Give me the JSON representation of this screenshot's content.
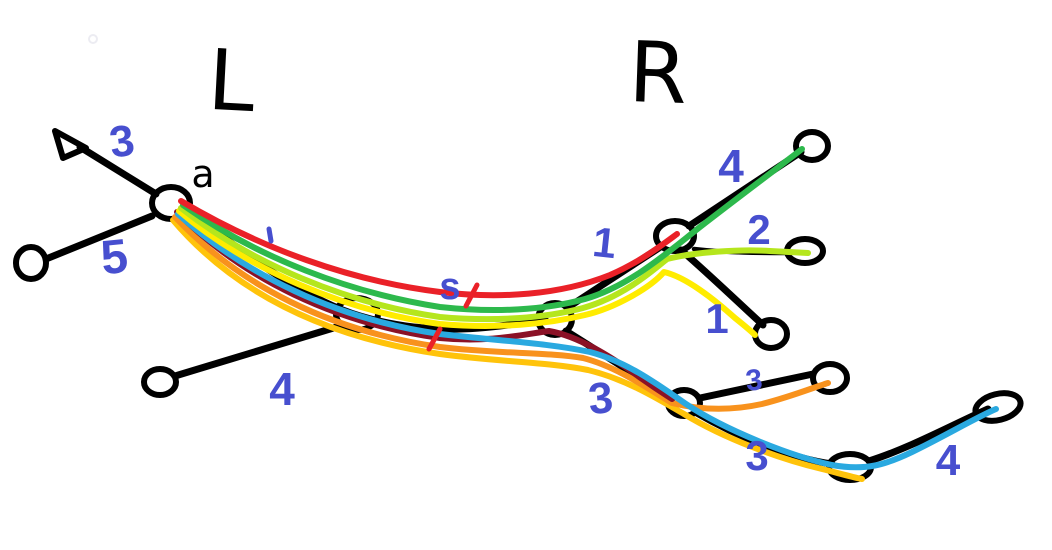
{
  "figure": {
    "type": "hand-drawn-multigraph-sketch",
    "background": "#ffffff",
    "titles": {
      "left": "L",
      "right": "R"
    },
    "node_labels": {
      "a": "a"
    },
    "annotation": {
      "s": "s"
    },
    "weights": {
      "a_topleft": "3",
      "a_bottomleft": "5",
      "bottomleaf_mid1": "4",
      "mid2_rcenter": "1",
      "rcenter_topright": "4",
      "rcenter_right": "2",
      "rcenter_bottomright": "1",
      "mid2_bottom": "3",
      "bottom_right": "3",
      "bottom_bottomright": "3",
      "bottomright_farright": "4"
    },
    "colors": {
      "ink": "#000000",
      "label_blue": "#474fcf",
      "red": "#ea2128",
      "green": "#2db94c",
      "chartreuse": "#b5e61d",
      "yellow": "#ffec00",
      "cyan": "#2aa9e0",
      "maroon": "#8b1126",
      "orange": "#f8921d",
      "gold": "#ffc30b",
      "faint_gray": "#ececf2"
    },
    "strands": [
      {
        "color": "red",
        "from": "node-a",
        "to": "r-center-node"
      },
      {
        "color": "green",
        "from": "node-a",
        "to": "top-right-leaf"
      },
      {
        "color": "chartreuse",
        "from": "node-a",
        "to": "right-leaf"
      },
      {
        "color": "yellow",
        "from": "node-a",
        "to": "bottom-right-leaf"
      },
      {
        "color": "cyan",
        "from": "node-a",
        "to": "far-right-node"
      },
      {
        "color": "maroon",
        "from": "node-a",
        "to": "bottom-node"
      },
      {
        "color": "orange",
        "from": "node-a",
        "to": "right3-node"
      },
      {
        "color": "gold",
        "from": "node-a",
        "to": "bottom-right-node"
      }
    ]
  }
}
